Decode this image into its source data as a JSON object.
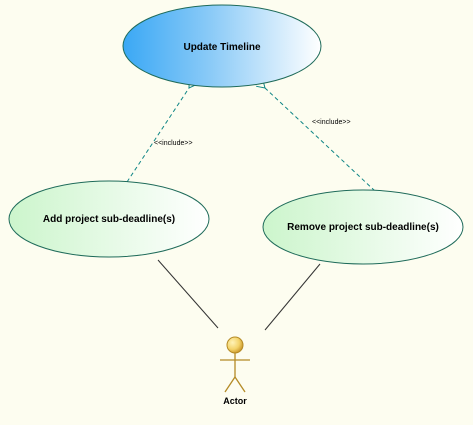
{
  "diagram": {
    "use_cases": {
      "update_timeline": "Update Timeline",
      "add_subdeadline": "Add project sub-deadline(s)",
      "remove_subdeadline": "Remove project sub-deadline(s)"
    },
    "relations": {
      "include_left": "<<include>>",
      "include_right": "<<include>>"
    },
    "actor": "Actor",
    "colors": {
      "background": "#fdfdf0",
      "primary_fill_start": "#3aa8f5",
      "primary_fill_end": "#ffffff",
      "secondary_fill_start": "#ccf5cc",
      "secondary_fill_end": "#ffffff",
      "outline": "#1f6b5a",
      "include_line": "#0e8585",
      "association_line": "#333333",
      "actor_fill": "#f3d36a",
      "actor_outline": "#b48a25"
    }
  }
}
